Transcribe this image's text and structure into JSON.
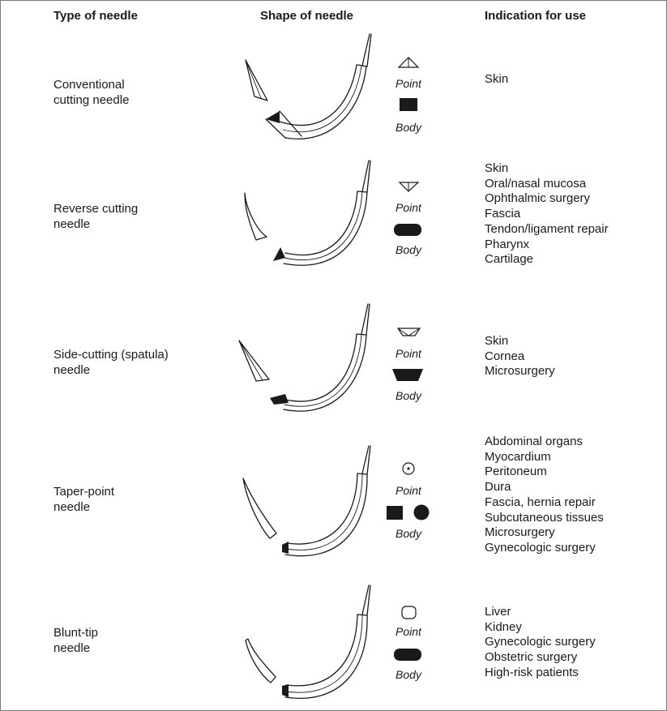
{
  "headers": {
    "type": "Type of needle",
    "shape": "Shape of needle",
    "indication": "Indication for use"
  },
  "captions": {
    "point": "Point",
    "body": "Body"
  },
  "needles": [
    {
      "type_line1": "Conventional",
      "type_line2": "cutting needle",
      "point_shape": "triangle-up",
      "body_shape": "square",
      "indications": [
        "Skin"
      ]
    },
    {
      "type_line1": "Reverse cutting",
      "type_line2": "needle",
      "point_shape": "triangle-down",
      "body_shape": "rounded-rectangle",
      "indications": [
        "Skin",
        "Oral/nasal mucosa",
        "Ophthalmic surgery",
        "Fascia",
        "Tendon/ligament repair",
        "Pharynx",
        "Cartilage"
      ]
    },
    {
      "type_line1": "Side-cutting (spatula)",
      "type_line2": "needle",
      "point_shape": "trapezoid-outline",
      "body_shape": "trapezoid",
      "indications": [
        "Skin",
        "Cornea",
        "Microsurgery"
      ]
    },
    {
      "type_line1": "Taper-point",
      "type_line2": "needle",
      "point_shape": "circle-dot",
      "body_shape": "square-and-circle",
      "indications": [
        "Abdominal organs",
        "Myocardium",
        "Peritoneum",
        "Dura",
        "Fascia, hernia repair",
        "Subcutaneous tissues",
        "Microsurgery",
        "Gynecologic surgery"
      ]
    },
    {
      "type_line1": "Blunt-tip",
      "type_line2": "needle",
      "point_shape": "rounded-square-outline",
      "body_shape": "rounded-rectangle",
      "indications": [
        "Liver",
        "Kidney",
        "Gynecologic surgery",
        "Obstetric surgery",
        "High-risk patients"
      ]
    }
  ]
}
